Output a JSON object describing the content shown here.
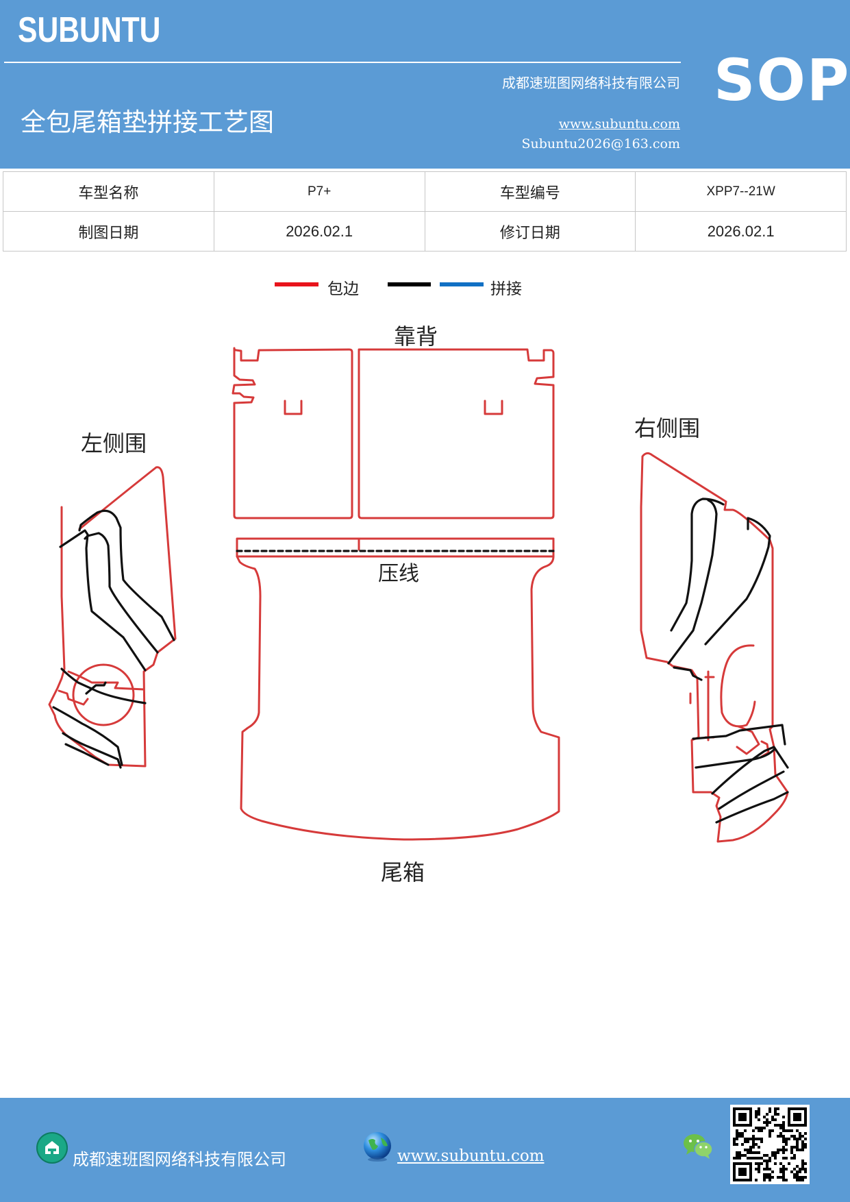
{
  "header": {
    "brand": "SUBUNTU",
    "company": "成都速班图网络科技有限公司",
    "title": "全包尾箱垫拼接工艺图",
    "website": "www.subuntu.com",
    "email": "Subuntu2026@163.com",
    "doc_type": "SOP"
  },
  "info_table": {
    "rows": [
      {
        "label1": "车型名称",
        "value1": "P7+",
        "label2": "车型编号",
        "value2": "XPP7--21W"
      },
      {
        "label1": "制图日期",
        "value1": "2026.02.1",
        "label2": "修订日期",
        "value2": "2026.02.1"
      }
    ]
  },
  "legend": {
    "items": [
      {
        "label": "包边",
        "color": "#e8141c"
      },
      {
        "label": "",
        "color": "#000000"
      },
      {
        "label": "拼接",
        "color": "#1170c4"
      }
    ]
  },
  "diagram": {
    "labels": {
      "backrest": "靠背",
      "left_side": "左侧围",
      "right_side": "右侧围",
      "press_line": "压线",
      "trunk": "尾箱"
    },
    "colors": {
      "edge": "#d63a3a",
      "seam": "#111111"
    }
  },
  "footer": {
    "company": "成都速班图网络科技有限公司",
    "website": "www.subuntu.com "
  }
}
